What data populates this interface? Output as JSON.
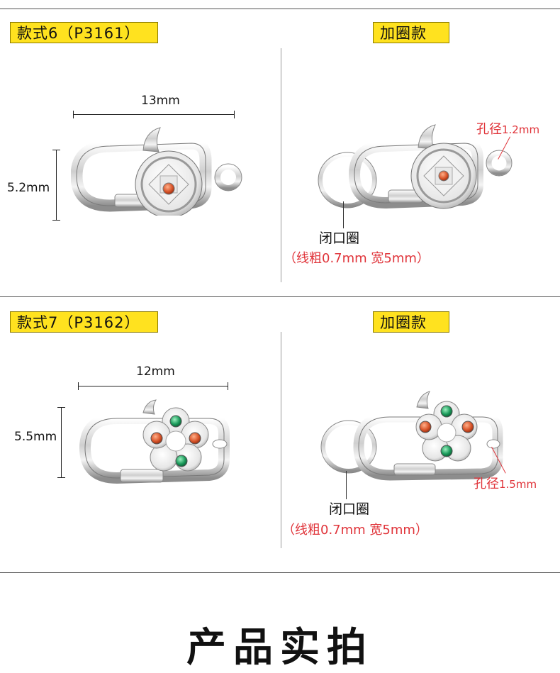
{
  "sections": [
    {
      "style_label": "款式6（P3161）",
      "variant_label": "加圈款",
      "width_dim": "13mm",
      "height_dim": "5.2mm",
      "ring_label": "闭口圈",
      "ring_spec": "（线粗0.7mm  宽5mm）",
      "hole_label": "孔径",
      "hole_size": "1.2mm"
    },
    {
      "style_label": "款式7（P3162）",
      "variant_label": "加圈款",
      "width_dim": "12mm",
      "height_dim": "5.5mm",
      "ring_label": "闭口圈",
      "ring_spec": "（线粗0.7mm  宽5mm）",
      "hole_label": "孔径",
      "hole_size": "1.5mm"
    }
  ],
  "footer_title": "产品实拍",
  "colors": {
    "tag_bg": "#ffe21f",
    "annotation_red": "#e0343a",
    "gem_orange": "#d9552a",
    "gem_green": "#1a9a5a",
    "metal": "#dcdcdc"
  }
}
